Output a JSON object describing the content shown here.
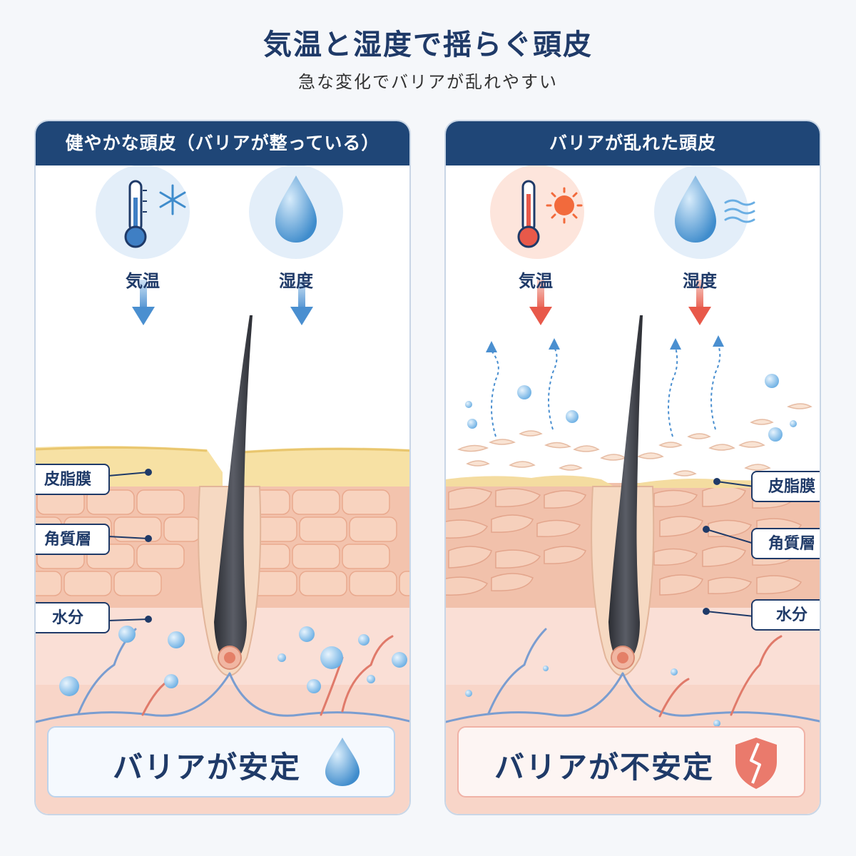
{
  "title": "気温と湿度で揺らぐ頭皮",
  "subtitle": "急な変化でバリアが乱れやすい",
  "panels": {
    "healthy": {
      "header": "健やかな頭皮（バリアが整っている）",
      "temperature_label": "気温",
      "humidity_label": "湿度",
      "labels": {
        "sebum": "皮脂膜",
        "stratum": "角質層",
        "moisture": "水分"
      },
      "result": "バリアが安定",
      "temperature_icon": "thermometer-cold-snowflake-icon",
      "humidity_icon": "water-drop-icon",
      "result_icon": "water-drop-icon"
    },
    "disrupted": {
      "header": "バリアが乱れた頭皮",
      "temperature_label": "気温",
      "humidity_label": "湿度",
      "labels": {
        "sebum": "皮脂膜",
        "stratum": "角質層",
        "moisture": "水分"
      },
      "result": "バリアが不安定",
      "temperature_icon": "thermometer-hot-sun-icon",
      "humidity_icon": "water-drop-wind-icon",
      "result_icon": "cracked-shield-icon"
    }
  },
  "colors": {
    "navy": "#1f4677",
    "cold_blue": "#5b9fd9",
    "warm_red": "#e8594a",
    "sebum": "#f7e3a6",
    "skin": "#f6c9b5",
    "dermis": "#f8d8cc"
  }
}
